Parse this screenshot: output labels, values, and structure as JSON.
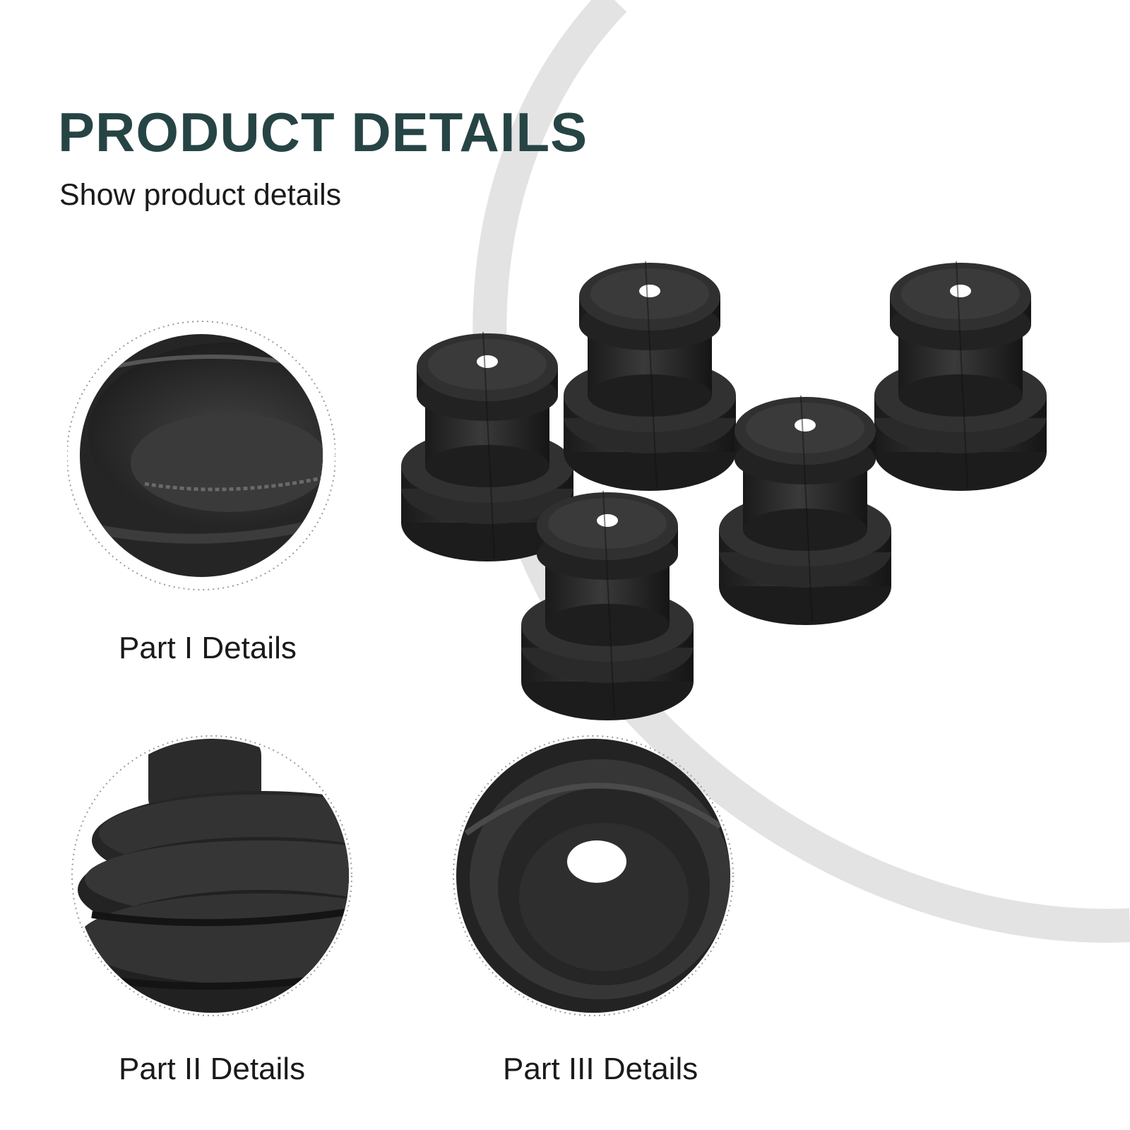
{
  "header": {
    "title": "PRODUCT DETAILS",
    "subtitle": "Show product details"
  },
  "details": [
    {
      "label": "Part I Details"
    },
    {
      "label": "Part II Details"
    },
    {
      "label": "Part III Details"
    }
  ],
  "colors": {
    "title": "#274445",
    "text": "#1a1a1a",
    "ring": "#e3e3e3",
    "rubber": "#232323",
    "rubber_light": "#3c3c3c",
    "dotted": "#9a9a9a"
  }
}
